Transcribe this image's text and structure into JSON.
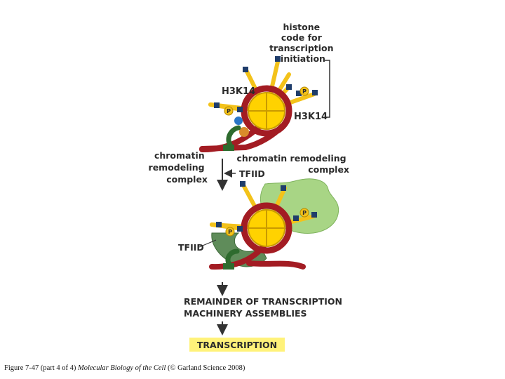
{
  "labels": {
    "histone_code": [
      "histone",
      "code for",
      "transcription",
      "initiation"
    ],
    "h3k14_left": "H3K14",
    "h3k14_right": "H3K14",
    "phospho": "P",
    "remodel_left": [
      "chromatin",
      "remodeling",
      "complex"
    ],
    "remodel_right": [
      "chromatin remodeling",
      "complex"
    ],
    "tfiid_top": "TFIID",
    "tfiid_left": "TFIID",
    "remainder": [
      "REMAINDER OF TRANSCRIPTION",
      "MACHINERY ASSEMBLIES"
    ],
    "transcription": "TRANSCRIPTION"
  },
  "caption": {
    "prefix": "Figure 7-47 (part 4 of 4) ",
    "book": "Molecular Biology of the Cell",
    "suffix": " (© Garland Science 2008)"
  },
  "colors": {
    "dna": "#a31c23",
    "histone_core": "#ffd200",
    "histone_tail": "#f3c21a",
    "acetyl_mark": "#1f3d6b",
    "phospho_mark": "#f3c21a",
    "remodeler": "#a8d585",
    "tfiid": "#5f8c5a",
    "promoter_green": "#2e6b2e",
    "transcription_box": "#fff27a"
  }
}
